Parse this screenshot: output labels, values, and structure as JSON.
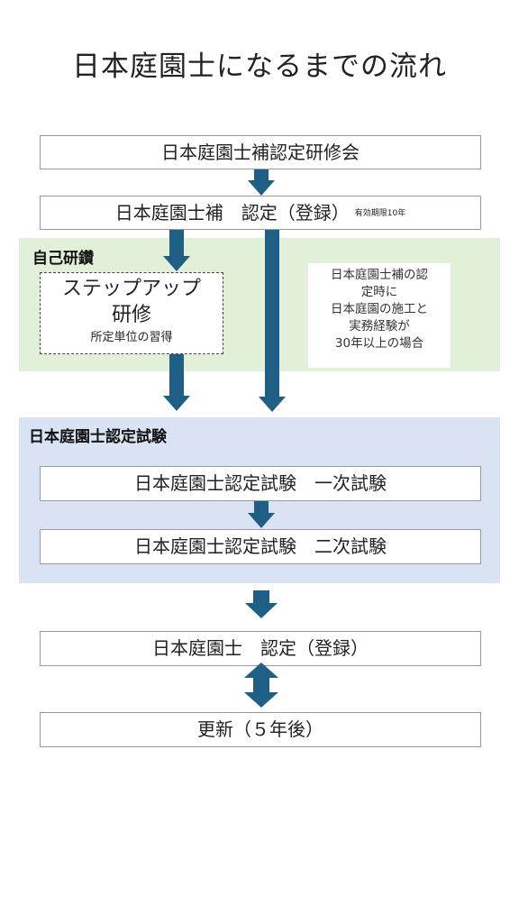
{
  "title": "日本庭園士になるまでの流れ",
  "steps": {
    "training": "日本庭園士補認定研修会",
    "assistant_cert": "日本庭園士補　認定（登録）",
    "assistant_cert_validity": "有効期限10年",
    "stepup_line1": "ステップアップ",
    "stepup_line2": "研修",
    "stepup_sub": "所定単位の習得",
    "exam_first": "日本庭園士認定試験　一次試験",
    "exam_second": "日本庭園士認定試験　二次試験",
    "final_cert": "日本庭園士　認定（登録）",
    "renewal": "更新（５年後）"
  },
  "regions": {
    "self_study": "自己研鑽",
    "exam": "日本庭園士認定試験"
  },
  "note_lines": [
    "日本庭園士補の認",
    "定時に",
    "日本庭園の施工と",
    "実務経験が",
    "30年以上の場合"
  ],
  "colors": {
    "arrow": "#1f5f86",
    "region_green": "#e2f0d9",
    "region_blue": "#dae3f3"
  }
}
